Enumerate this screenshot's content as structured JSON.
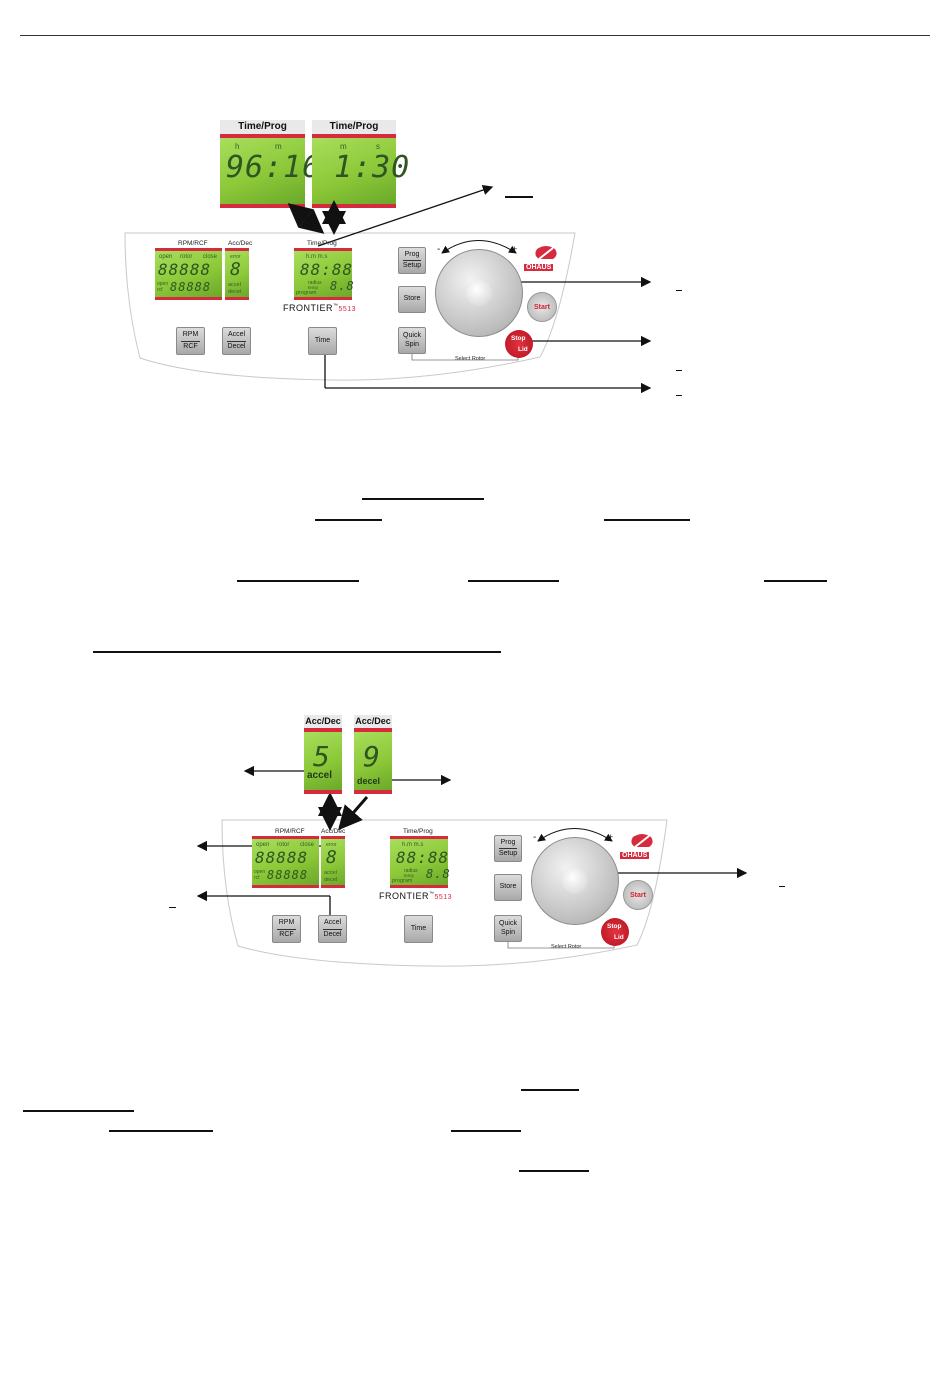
{
  "figure1": {
    "lcd_time_hm": {
      "header": "Time/Prog",
      "unit_left": "h",
      "unit_right": "m",
      "digits": "96:16"
    },
    "lcd_time_ms": {
      "header": "Time/Prog",
      "unit_left": "m",
      "unit_right": "s",
      "digits": "1:30"
    },
    "panel": {
      "rpm_header": "RPM/RCF",
      "acc_header": "Acc/Dec",
      "time_header": "Time/Prog",
      "rpm_labels": [
        "open",
        "rotor",
        "close"
      ],
      "rpm_digits_top": "88888",
      "rpm_digits_bottom": "88888",
      "rpm_side_labels": [
        "open",
        "rcf"
      ],
      "acc_digit": "8",
      "acc_labels": [
        "error",
        "accel",
        "decel"
      ],
      "time_units": "h.m   m.s",
      "time_digits": "88:88",
      "time_labels": [
        "radius",
        "temp",
        "program"
      ],
      "time_prog_digits": "8.8",
      "brand": "FRONTIER",
      "brand_model": "5513",
      "logo_text": "OHAUS",
      "buttons": {
        "prog_top": "Prog",
        "prog_bottom": "Setup",
        "store": "Store",
        "quick_top": "Quick",
        "quick_bottom": "Spin",
        "rpm_top": "RPM",
        "rpm_bottom": "RCF",
        "accel_top": "Accel",
        "accel_bottom": "Decel",
        "time": "Time",
        "start": "Start",
        "stop_top": "Stop",
        "stop_bottom": "Lid"
      },
      "select_rotor": "Select Rotor",
      "minus": "-",
      "plus": "+"
    }
  },
  "figure2": {
    "lcd_accel": {
      "header": "Acc/Dec",
      "digit": "5",
      "label": "accel"
    },
    "lcd_decel": {
      "header": "Acc/Dec",
      "digit": "9",
      "label": "decel"
    }
  },
  "colors": {
    "lcd_green": "#8cc838",
    "accent_red": "#d62a3e"
  }
}
